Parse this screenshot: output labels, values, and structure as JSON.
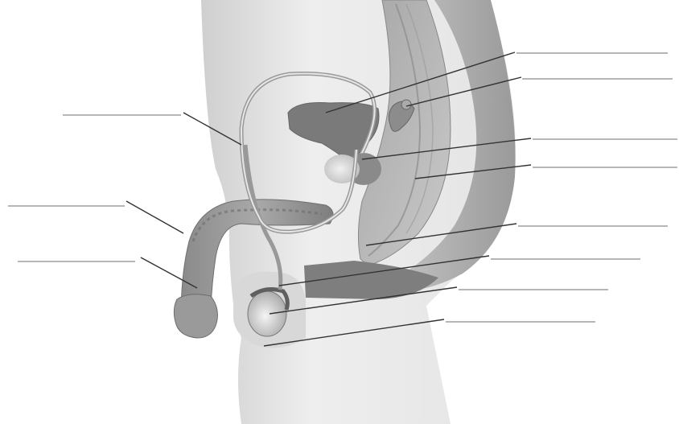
{
  "diagram": {
    "description_labels_visible": false,
    "colors": {
      "background": "#ffffff",
      "skin_light": "#efefef",
      "skin_mid": "#d2d2d2",
      "skin_dark": "#8e8e8e",
      "organ": "#7a7a7a",
      "organ_light": "#b9b9b9",
      "leader_line": "#333333",
      "blank_label_line": "#8a8a8a"
    },
    "label_slots": [
      {
        "id": "ductus-deferens",
        "text": ""
      },
      {
        "id": "urinary-bladder",
        "text": ""
      },
      {
        "id": "ureter-seminal-vesicle",
        "text": ""
      },
      {
        "id": "seminal-vesicle",
        "text": ""
      },
      {
        "id": "prostate",
        "text": ""
      },
      {
        "id": "rectum",
        "text": ""
      },
      {
        "id": "anus",
        "text": ""
      },
      {
        "id": "penis-body",
        "text": ""
      },
      {
        "id": "glans",
        "text": ""
      },
      {
        "id": "epididymis",
        "text": ""
      },
      {
        "id": "testis",
        "text": ""
      },
      {
        "id": "scrotum",
        "text": ""
      }
    ]
  }
}
